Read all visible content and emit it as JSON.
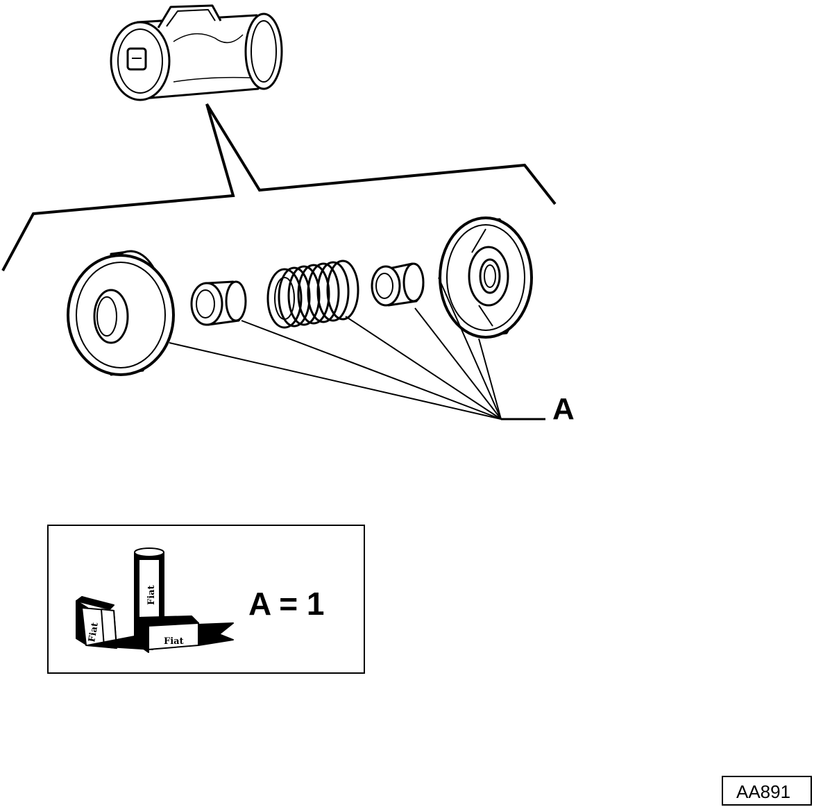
{
  "callout": {
    "label": "A"
  },
  "kit_box": {
    "equation": "A = 1",
    "package_brand": "Fiat"
  },
  "reference": {
    "code": "AA891"
  },
  "colors": {
    "ink": "#000000",
    "paper": "#ffffff"
  }
}
